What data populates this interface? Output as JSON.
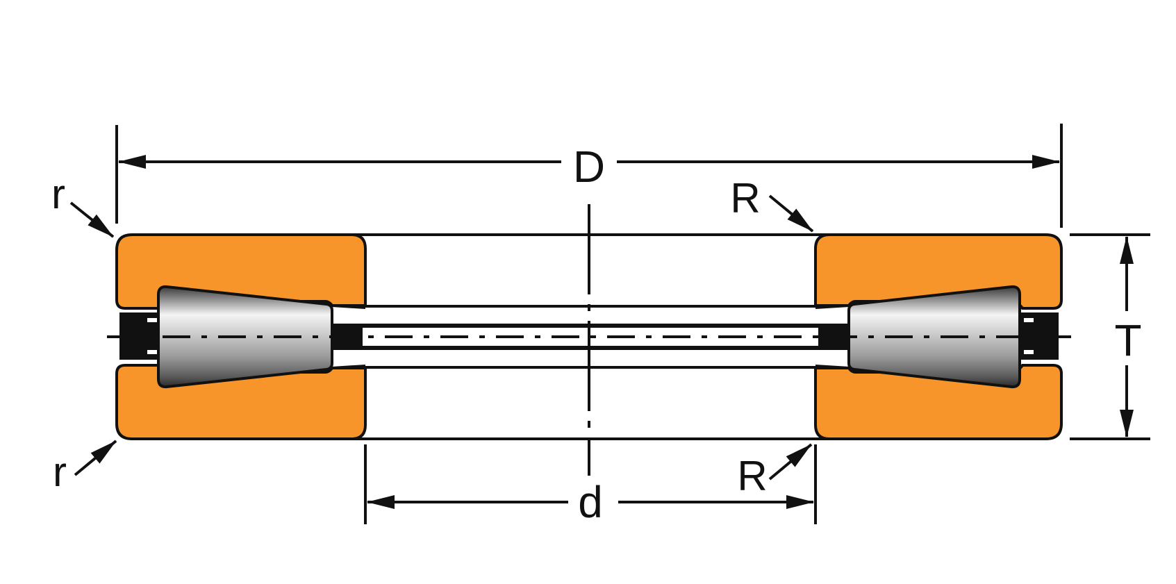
{
  "labels": {
    "outer_diameter": "D",
    "bore": "d",
    "width": "T",
    "outer_fillet_top": "r",
    "outer_fillet_bottom": "r",
    "inner_fillet_top": "R",
    "inner_fillet_bottom": "R"
  },
  "colors": {
    "washer": "#F7952B",
    "line": "#111111",
    "roller_light": "#f2f2f2",
    "roller_dark": "#4a4a4a"
  }
}
